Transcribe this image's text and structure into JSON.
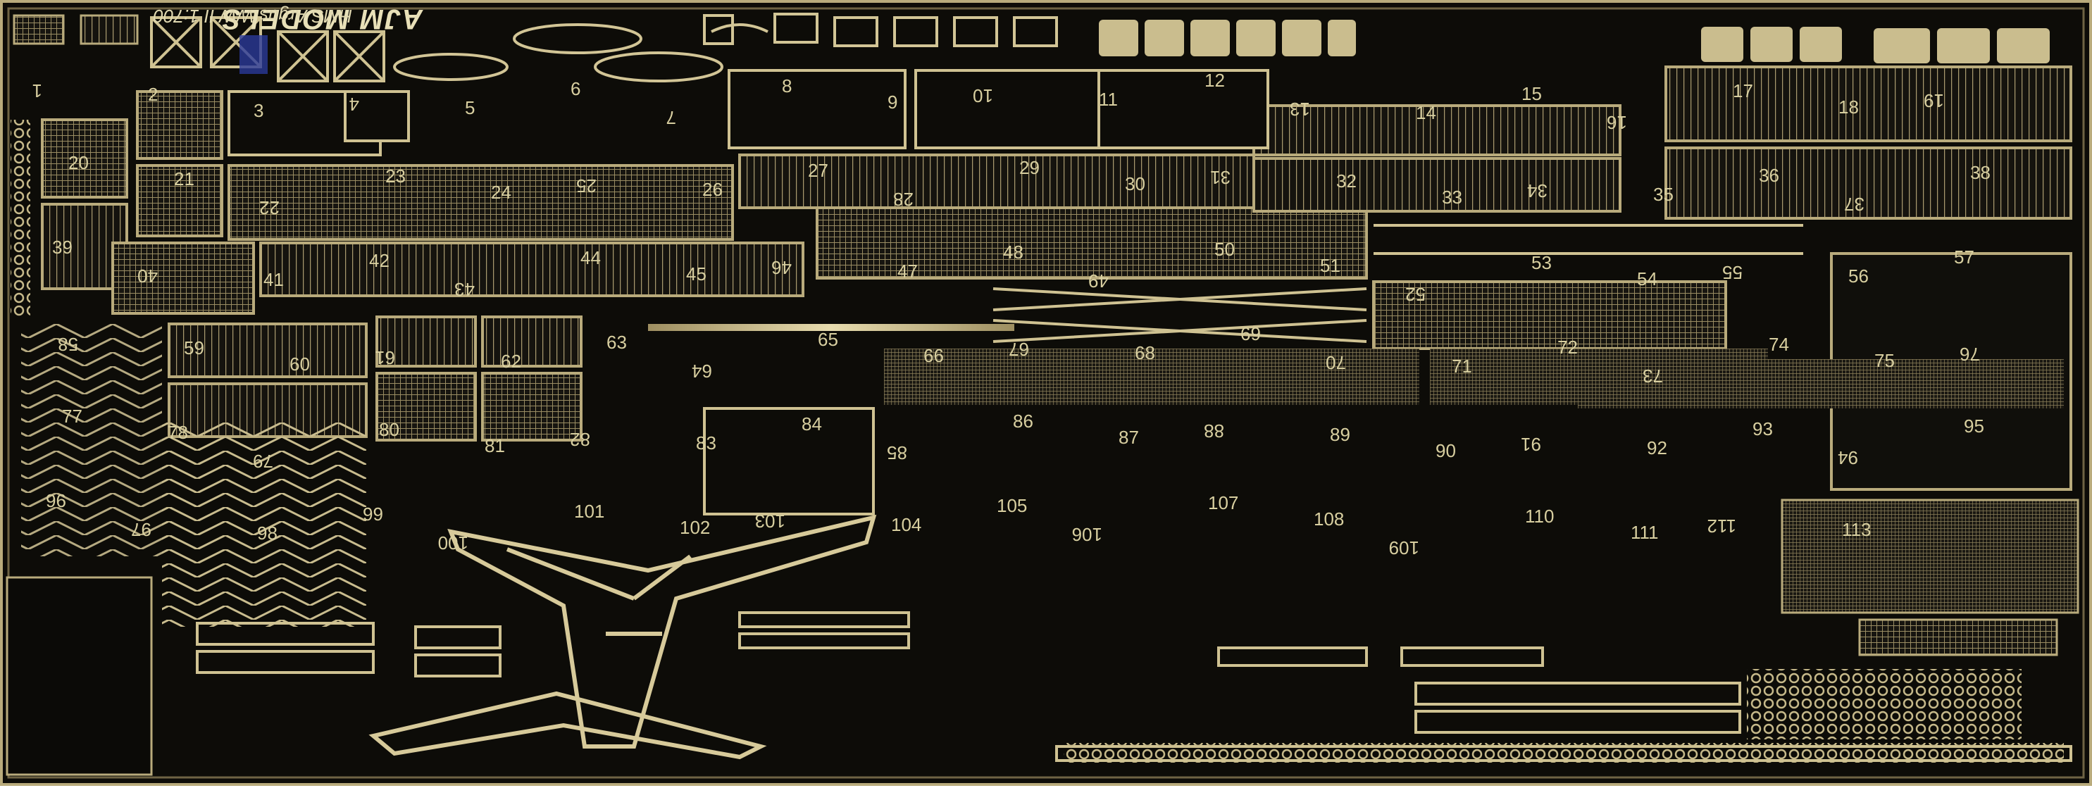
{
  "sheet": {
    "brand": "AJM MODELS",
    "subtitle": "HMS Argus WW II 1:700"
  },
  "colors": {
    "background": "#ffffff",
    "sheet": "#0d0c08",
    "brass": "#b9ab7c",
    "brass_light": "#e0d6aa",
    "brass_dark": "#6e6344",
    "label": "#d8cfa0"
  },
  "part_numbers": [
    "1",
    "2",
    "3",
    "4",
    "5",
    "6",
    "7",
    "8",
    "9",
    "10",
    "11",
    "12",
    "13",
    "14",
    "15",
    "16",
    "17",
    "18",
    "19",
    "20",
    "21",
    "22",
    "23",
    "24",
    "25",
    "26",
    "27",
    "28",
    "29",
    "30",
    "31",
    "32",
    "33",
    "34",
    "35",
    "36",
    "37",
    "38",
    "39",
    "40",
    "41",
    "42",
    "43",
    "44",
    "45",
    "46",
    "47",
    "48",
    "49",
    "50",
    "51",
    "52",
    "53",
    "54",
    "55",
    "56",
    "57",
    "58",
    "59",
    "60",
    "61",
    "62",
    "63",
    "64",
    "65",
    "66",
    "67",
    "68",
    "69",
    "70",
    "71",
    "72",
    "73",
    "74",
    "75",
    "76",
    "77",
    "78",
    "79",
    "80",
    "81",
    "82",
    "83",
    "84",
    "85",
    "86",
    "87",
    "88",
    "89",
    "90",
    "91",
    "92",
    "93",
    "94",
    "95",
    "96",
    "97",
    "98",
    "99",
    "100",
    "101",
    "102",
    "103",
    "104",
    "105",
    "106",
    "107",
    "108",
    "109",
    "110",
    "111",
    "112",
    "113"
  ]
}
